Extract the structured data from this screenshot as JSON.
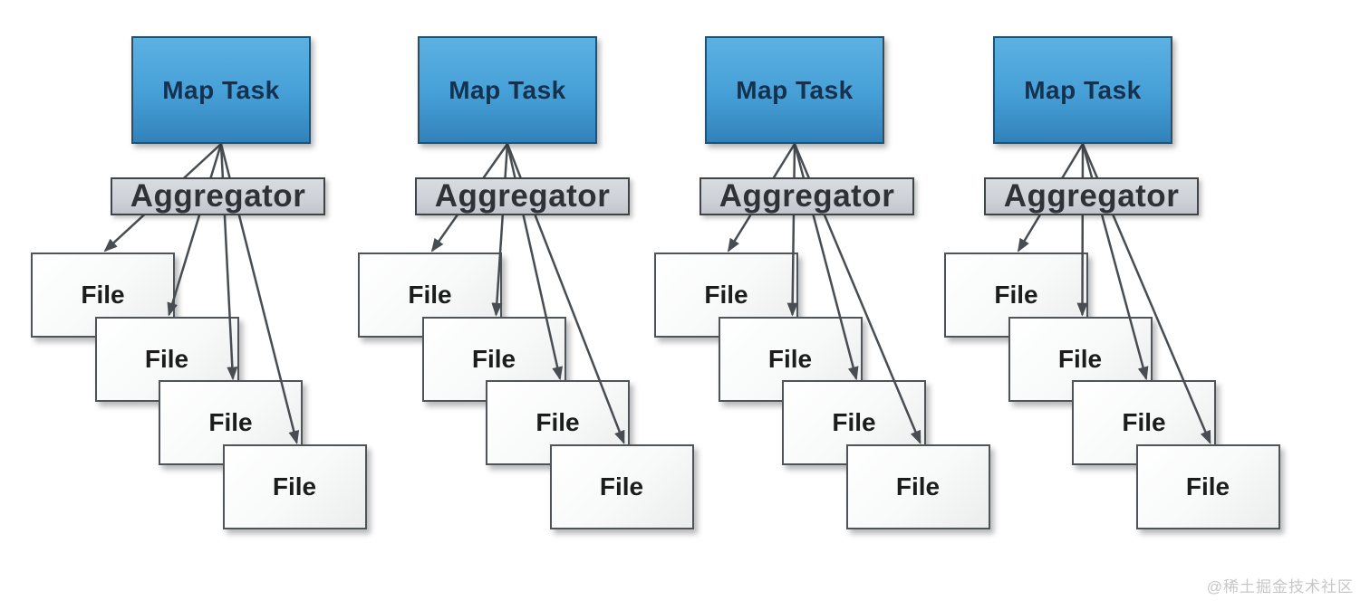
{
  "diagram": {
    "columns": [
      {
        "map_task": "Map Task",
        "aggregator": "Aggregator",
        "files": [
          "File",
          "File",
          "File",
          "File"
        ]
      },
      {
        "map_task": "Map Task",
        "aggregator": "Aggregator",
        "files": [
          "File",
          "File",
          "File",
          "File"
        ]
      },
      {
        "map_task": "Map Task",
        "aggregator": "Aggregator",
        "files": [
          "File",
          "File",
          "File",
          "File"
        ]
      },
      {
        "map_task": "Map Task",
        "aggregator": "Aggregator",
        "files": [
          "File",
          "File",
          "File",
          "File"
        ]
      }
    ]
  },
  "watermark": {
    "text": "@稀土掘金技术社区"
  },
  "colors": {
    "background": "#ffffff",
    "map_task_fill": "#459fd6",
    "map_task_border": "#2b4f69",
    "map_task_text": "#14324f",
    "aggregator_fill": "#ced2d8",
    "aggregator_border": "#3f4447",
    "aggregator_text": "#2f3337",
    "file_fill": "#f8f9f9",
    "file_border": "#4f5458",
    "file_text": "#1c1c1c",
    "arrow": "#474d52",
    "watermark_color": "#c7c7c7"
  }
}
